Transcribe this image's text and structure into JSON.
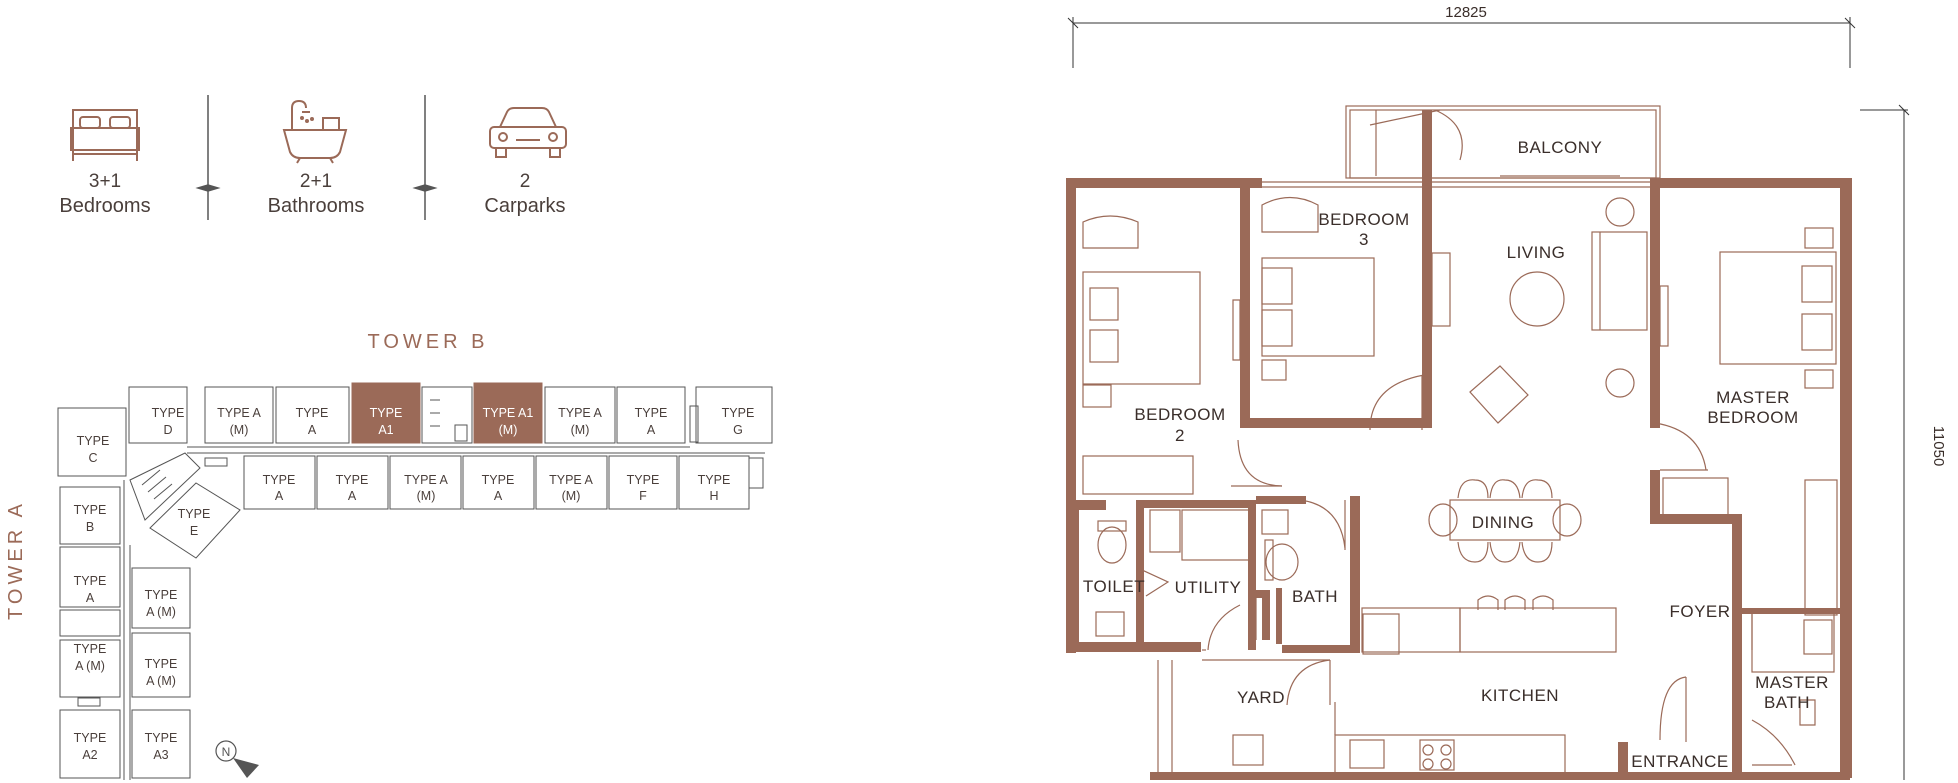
{
  "features": [
    {
      "icon": "bed-icon",
      "count": "3+1",
      "label": "Bedrooms"
    },
    {
      "icon": "bathtub-icon",
      "count": "2+1",
      "label": "Bathrooms"
    },
    {
      "icon": "car-icon",
      "count": "2",
      "label": "Carparks"
    }
  ],
  "key_plan": {
    "tower_b": "TOWER B",
    "tower_a": "TOWER A",
    "compass": "N",
    "highlight_color": "#9b6a58",
    "units_top": [
      {
        "line1": "TYPE",
        "line2": "D"
      },
      {
        "line1": "TYPE A",
        "line2": "(M)"
      },
      {
        "line1": "TYPE",
        "line2": "A"
      },
      {
        "line1": "TYPE",
        "line2": "A1",
        "highlight": true
      },
      {
        "line1": "TYPE A1",
        "line2": "(M)",
        "highlight": true
      },
      {
        "line1": "TYPE A",
        "line2": "(M)"
      },
      {
        "line1": "TYPE",
        "line2": "A"
      },
      {
        "line1": "TYPE",
        "line2": "G"
      }
    ],
    "units_bottom": [
      {
        "line1": "TYPE",
        "line2": "A"
      },
      {
        "line1": "TYPE",
        "line2": "A"
      },
      {
        "line1": "TYPE A",
        "line2": "(M)"
      },
      {
        "line1": "TYPE",
        "line2": "A"
      },
      {
        "line1": "TYPE A",
        "line2": "(M)"
      },
      {
        "line1": "TYPE",
        "line2": "F"
      },
      {
        "line1": "TYPE",
        "line2": "H"
      }
    ],
    "units_corner": [
      {
        "line1": "TYPE",
        "line2": "C"
      },
      {
        "line1": "TYPE",
        "line2": "E"
      }
    ],
    "units_left_outer": [
      {
        "line1": "TYPE",
        "line2": "B"
      },
      {
        "line1": "TYPE",
        "line2": "A"
      },
      {
        "line1": "TYPE",
        "line2": "A (M)"
      },
      {
        "line1": "TYPE",
        "line2": "A2"
      }
    ],
    "units_left_inner": [
      {
        "line1": "TYPE",
        "line2": "A (M)"
      },
      {
        "line1": "TYPE",
        "line2": "A (M)"
      },
      {
        "line1": "TYPE",
        "line2": "A3"
      }
    ]
  },
  "floor_plan": {
    "width_dim": "12825",
    "height_dim": "11050",
    "wall_color": "#9b6a58",
    "rooms": {
      "balcony": "BALCONY",
      "bedroom3_a": "BEDROOM",
      "bedroom3_b": "3",
      "living": "LIVING",
      "bedroom2_a": "BEDROOM",
      "bedroom2_b": "2",
      "master_a": "MASTER",
      "master_b": "BEDROOM",
      "dining": "DINING",
      "toilet": "TOILET",
      "utility": "UTILITY",
      "bath": "BATH",
      "foyer": "FOYER",
      "yard": "YARD",
      "kitchen": "KITCHEN",
      "master_bath_a": "MASTER",
      "master_bath_b": "BATH",
      "entrance": "ENTRANCE"
    }
  }
}
